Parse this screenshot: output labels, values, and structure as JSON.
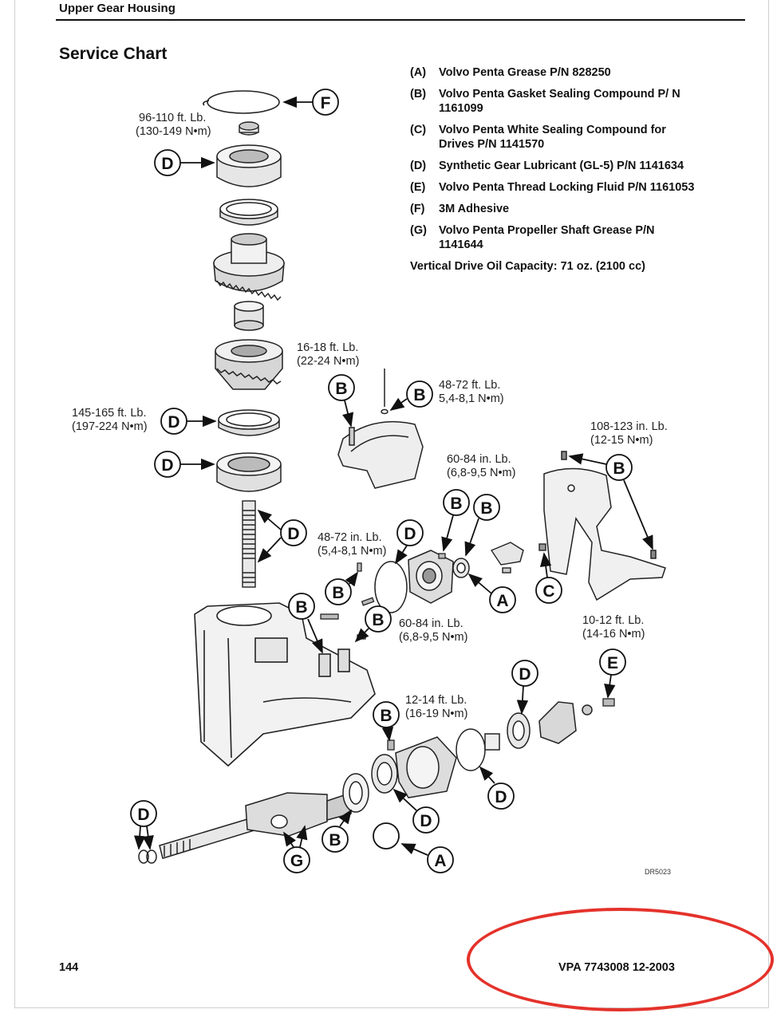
{
  "header": {
    "section": "Upper Gear Housing",
    "title": "Service Chart"
  },
  "legend": [
    {
      "key": "(A)",
      "text": "Volvo Penta Grease P/N 828250"
    },
    {
      "key": "(B)",
      "text": "Volvo Penta Gasket Sealing Compound P/ N 1161099"
    },
    {
      "key": "(C)",
      "text": "Volvo Penta White Sealing Compound for Drives P/N 1141570"
    },
    {
      "key": "(D)",
      "text": "Synthetic Gear Lubricant (GL-5) P/N 1141634"
    },
    {
      "key": "(E)",
      "text": "Volvo Penta Thread Locking Fluid P/N 1161053"
    },
    {
      "key": "(F)",
      "text": "3M Adhesive"
    },
    {
      "key": "(G)",
      "text": "Volvo Penta Propeller Shaft Grease P/N 1141644"
    }
  ],
  "capacity": "Vertical Drive Oil Capacity: 71 oz. (2100 cc)",
  "torque": {
    "t1a": "96-110 ft. Lb.",
    "t1b": "(130-149 N•m)",
    "t2a": "16-18 ft. Lb.",
    "t2b": "(22-24 N•m)",
    "t3a": "48-72 ft. Lb.",
    "t3b": "5,4-8,1 N•m)",
    "t4a": "145-165 ft. Lb.",
    "t4b": "(197-224 N•m)",
    "t5a": "108-123 in. Lb.",
    "t5b": "(12-15 N•m)",
    "t6a": "60-84 in. Lb.",
    "t6b": "(6,8-9,5 N•m)",
    "t7a": "48-72 in. Lb.",
    "t7b": "(5,4-8,1 N•m)",
    "t8a": "60-84 in. Lb.",
    "t8b": "(6,8-9,5 N•m)",
    "t9a": "10-12 ft. Lb.",
    "t9b": "(14-16 N•m)",
    "t10a": "12-14 ft. Lb.",
    "t10b": "(16-19 N•m)"
  },
  "callouts": {
    "A": "A",
    "B": "B",
    "C": "C",
    "D": "D",
    "E": "E",
    "F": "F",
    "G": "G"
  },
  "ref_code": "DR5023",
  "footer": {
    "page_number": "144",
    "doc_id": "VPA 7743008 12-2003"
  },
  "colors": {
    "annotation": "#e4322b",
    "ink": "#111111"
  }
}
